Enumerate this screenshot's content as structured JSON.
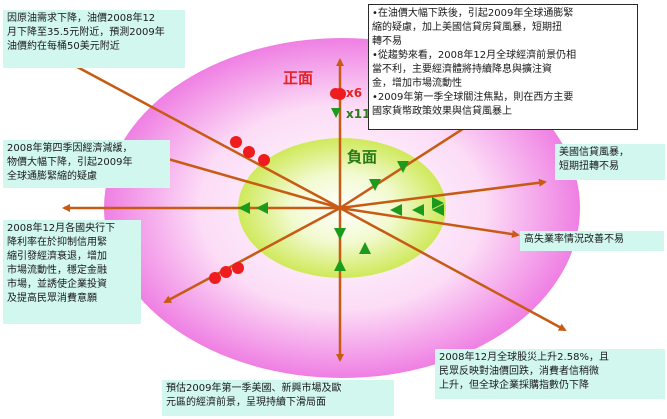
{
  "zones": {
    "positive_label": "正面",
    "negative_label": "負面"
  },
  "legend": {
    "positive_count": "x6",
    "negative_count": "x11"
  },
  "notes": [
    {
      "id": "oil-price",
      "text": "因原油需求下降，油價2008年12\n月下降至35.5元附近，預測2009年\n油價約在每桶50美元附近"
    },
    {
      "id": "q4-demand",
      "text": "2008年第四季因經濟減緩，\n物價大幅下降，引起2009年\n全球通膨緊縮的疑慮"
    },
    {
      "id": "central-banks",
      "text": "2008年12月各國央行下\n降利率在於抑制信用緊\n縮引發經濟衰退，增加\n市場流動性，穩定金融\n市場，並誘使企業投資\n及提高民眾消費意願"
    },
    {
      "id": "outlook-2009",
      "text": "預估2009年第一季美國、新興市場及歐\n元區的經濟前景，呈現持續下滑局面"
    },
    {
      "id": "stock-rally",
      "text": "2008年12月全球股災上升2.58%，且\n民眾反映對油價回跌，消費者信稍微\n上升，但全球企業採購指數仍下降"
    },
    {
      "id": "unemployment",
      "text": "高失業率情況改善不易"
    },
    {
      "id": "us-credit",
      "text": "美國信貸風暴，\n短期扭轉不易"
    }
  ],
  "summary_box": {
    "text": "•在油價大幅下跌後，引起2009年全球通膨緊\n縮的疑慮，加上美國信貸房貸風暴，短期扭\n轉不易\n•從趨勢來看，2008年12月全球經濟前景仍相\n當不利，主要經濟體將持續降息與擴注資\n金，增加市場流動性\n•2009年第一季全球關注焦點，則在西方主要\n國家貨幣政策效果與信貸風暴上"
  },
  "colors": {
    "outer_zone": "#ef7fe3",
    "inner_zone": "#d8f066",
    "axis": "#c85b14",
    "positive_marker": "#ee1c1c",
    "negative_marker": "#1c9a1c",
    "note_bg": "#d2f7ef"
  }
}
